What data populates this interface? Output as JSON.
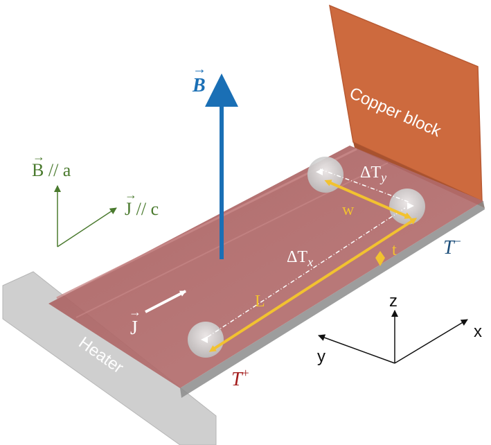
{
  "labels": {
    "b_field": "B",
    "copper_block": "Copper block",
    "heater": "Heater",
    "b_parallel": "B // a",
    "j_parallel": "J // c",
    "delta_ty_main": "ΔT",
    "delta_ty_sub": "y",
    "delta_tx_main": "ΔT",
    "delta_tx_sub": "x",
    "width": "w",
    "thickness": "t",
    "length": "L",
    "current": "J",
    "t_minus_main": "T",
    "t_minus_sup": "−",
    "t_plus_main": "T",
    "t_plus_sup": "+",
    "axis_x": "x",
    "axis_y": "y",
    "axis_z": "z"
  },
  "colors": {
    "sample": "#b56a6a",
    "copper": "#cd6a3e",
    "heater": "#c9c9c9",
    "b_arrow": "#1a6fb5",
    "green": "#4a7a2e",
    "gold": "#f2c230",
    "t_minus": "#1c4e7a",
    "t_plus": "#a31b1b"
  }
}
